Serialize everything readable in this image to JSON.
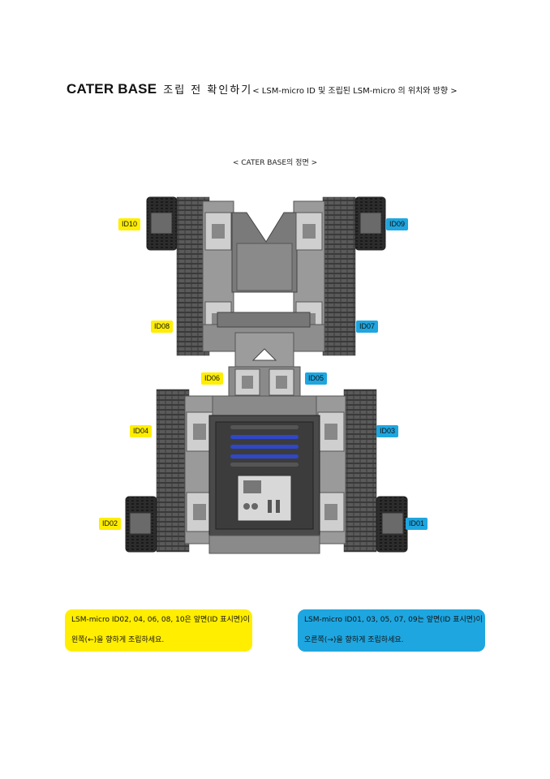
{
  "header": {
    "title_main": "CATER BASE",
    "title_ko": "조립 전 확인하기",
    "title_sub": "< LSM-micro ID 및 조립된 LSM-micro 의 위치와 방향 >"
  },
  "caption": "< CATER BASE의 정면 >",
  "labels": {
    "id10": "ID10",
    "id09": "ID09",
    "id08": "ID08",
    "id07": "ID07",
    "id06": "ID06",
    "id05": "ID05",
    "id04": "ID04",
    "id03": "ID03",
    "id02": "ID02",
    "id01": "ID01"
  },
  "notes": {
    "left": {
      "line1": "LSM-micro ID02, 04, 06, 08, 10은 앞면(ID 표시면)이",
      "line2": "왼쪽(←)을 향하게 조립하세요."
    },
    "right": {
      "line1": "LSM-micro ID01, 03, 05, 07, 09는 앞면(ID 표시면)이",
      "line2": "오른쪽(→)을 향하게 조립하세요."
    }
  },
  "colors": {
    "left_group": "#ffee00",
    "right_group": "#1ea6e0"
  }
}
